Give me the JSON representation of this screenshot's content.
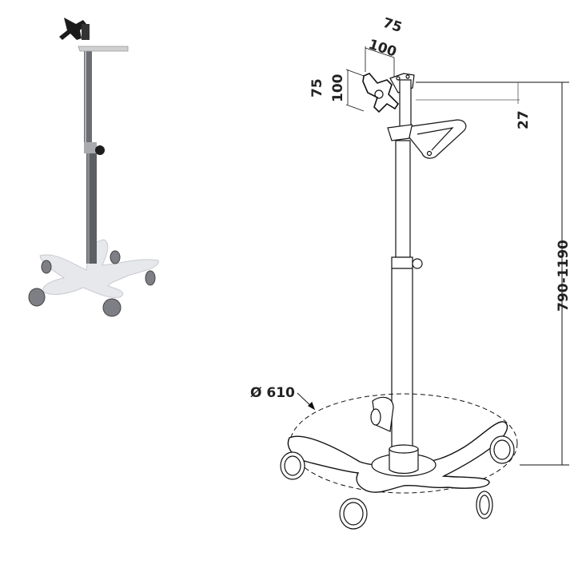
{
  "photo": {
    "description": "Mobile monitor stand with five-caster base, telescopic pole, VESA mount and handle tray",
    "colors": {
      "base": "#e4e6ea",
      "pole": "#5f6166",
      "mount": "#1c1c1c",
      "tray": "#c9cacc"
    }
  },
  "drawing": {
    "line_color": "#111111",
    "dimensions": {
      "vesa_horizontal_outer": "75",
      "vesa_horizontal_inner": "100",
      "vesa_vertical_outer": "75",
      "vesa_vertical_inner": "100",
      "mount_offset": "27",
      "height_range": "790-1190",
      "base_diameter": "Ø 610"
    },
    "units": "mm"
  }
}
